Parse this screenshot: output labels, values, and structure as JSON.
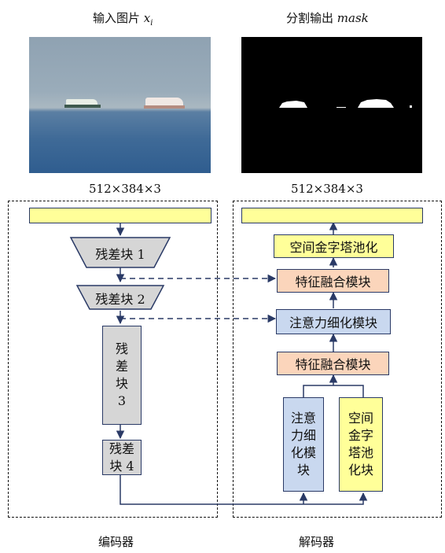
{
  "captions": {
    "input_prefix": "输入图片",
    "input_var": "x",
    "input_sub": "i",
    "output_prefix": "分割输出",
    "output_var": "mask",
    "size_left": "512×384×3",
    "size_right": "512×384×3",
    "encoder": "编码器",
    "decoder": "解码器"
  },
  "encoder": {
    "res1": "残差块 1",
    "res2": "残差块 2",
    "res3": "残\n差\n块\n3",
    "res4": "残差\n块 4"
  },
  "decoder": {
    "spp_top": "空间金字塔池化",
    "fusion_top": "特征融合模块",
    "attention": "注意力细化模块",
    "fusion_bottom": "特征融合模块",
    "attention_col": "注意\n力细\n化模\n块",
    "spp_col": "空间\n金字\n塔池\n化块"
  },
  "colors": {
    "yellow": "#ffff99",
    "peach": "#fbd5bb",
    "blue": "#c9d8ef",
    "gray": "#d6d6d6",
    "line": "#2a3a66"
  }
}
